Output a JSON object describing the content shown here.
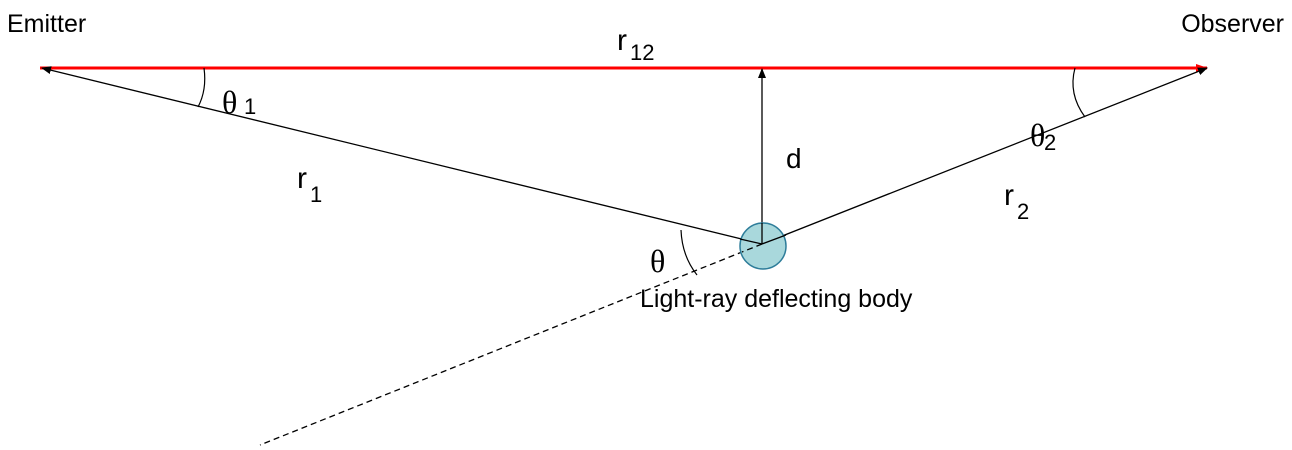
{
  "labels": {
    "emitter": "Emitter",
    "observer": "Observer",
    "r12_base": "r",
    "r12_sub": "12",
    "r1_base": "r",
    "r1_sub": "1",
    "r2_base": "r",
    "r2_sub": "2",
    "d": "d",
    "theta1_base": "θ",
    "theta1_sub": "1",
    "theta2_base": "θ",
    "theta2_sub": "2",
    "theta": "θ",
    "body": "Light-ray deflecting body"
  },
  "colors": {
    "line": "#000000",
    "r12_line": "#ff0000",
    "body_fill": "#a9d8dc",
    "body_stroke": "#2e7d9a"
  }
}
